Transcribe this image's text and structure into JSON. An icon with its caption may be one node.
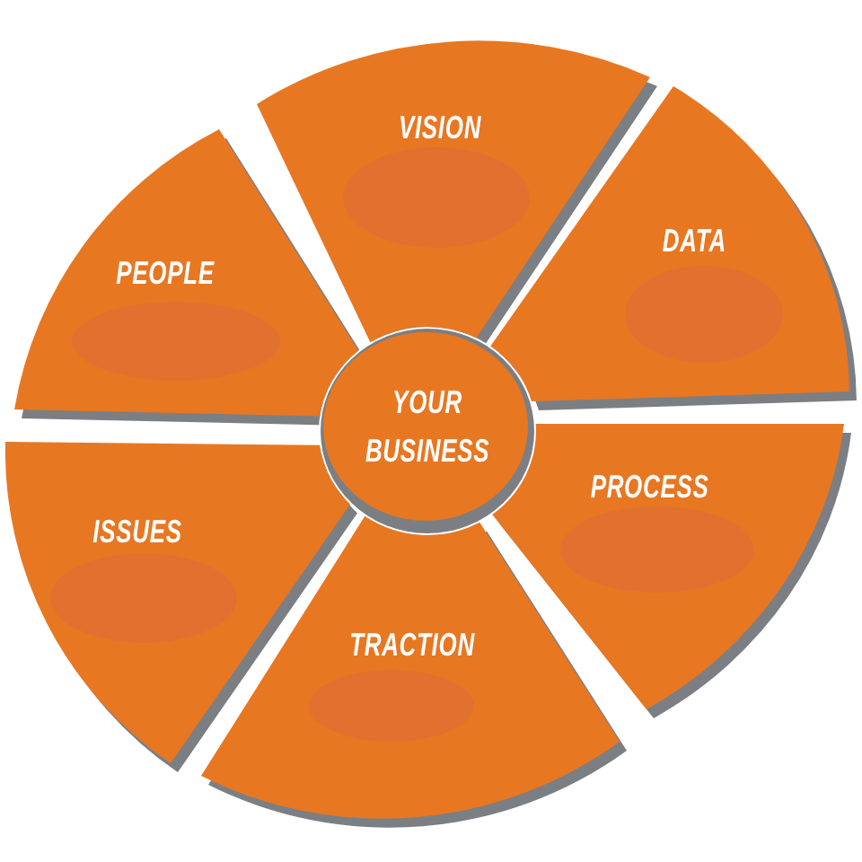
{
  "diagram": {
    "nodes": [
      {
        "text": [
          "VISION"
        ]
      },
      {
        "text": [
          "DATA"
        ]
      },
      {
        "text": [
          "PROCESS"
        ]
      },
      {
        "text": [
          "TRACTION"
        ]
      },
      {
        "text": [
          "ISSUES"
        ]
      },
      {
        "text": [
          "PEOPLE"
        ]
      },
      {
        "text": [
          "YOUR BUSINESS"
        ]
      }
    ]
  }
}
